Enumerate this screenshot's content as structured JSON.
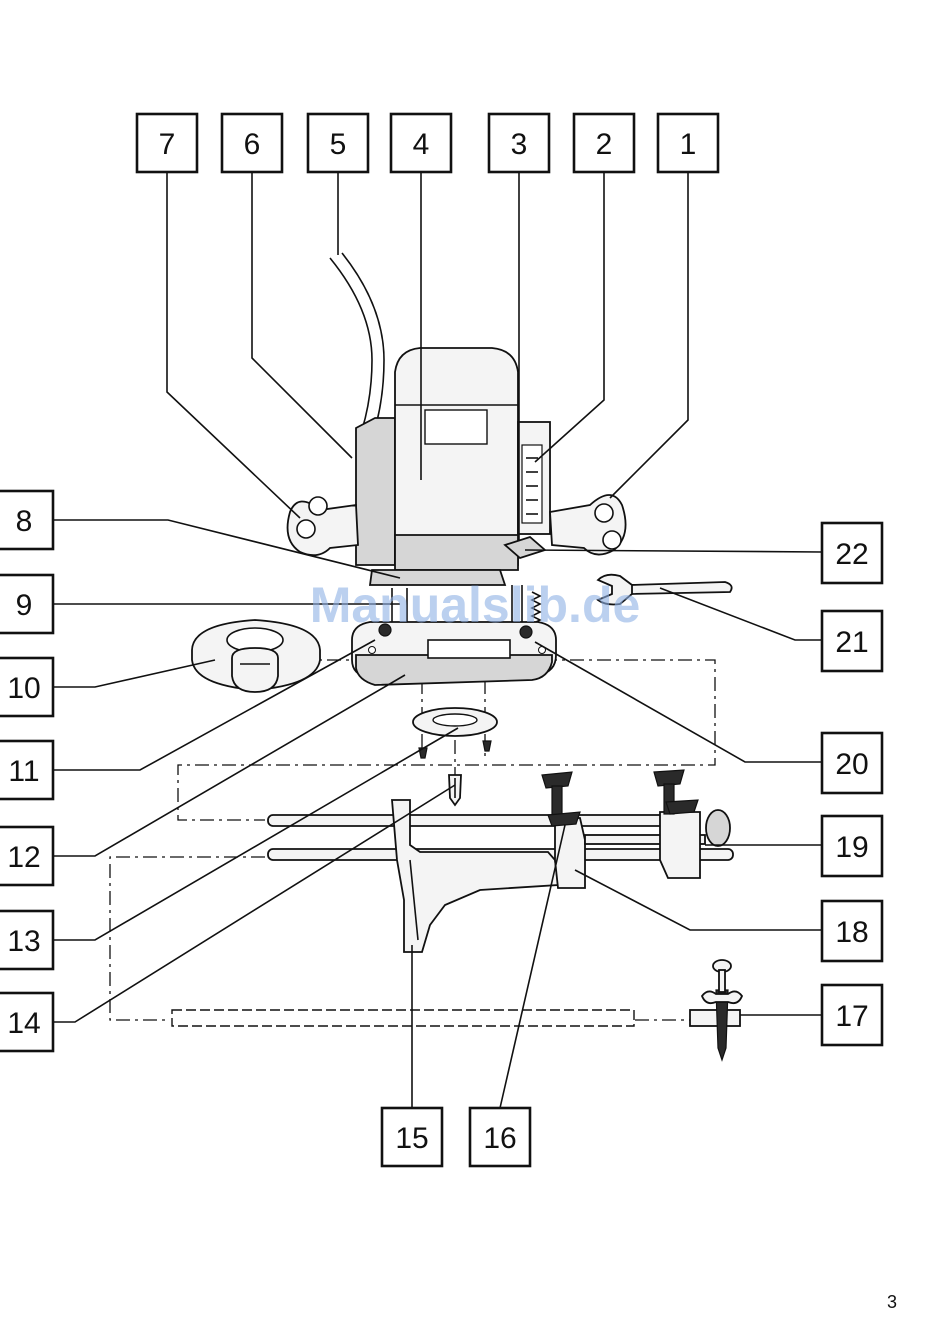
{
  "diagram": {
    "callouts": [
      "1",
      "2",
      "3",
      "4",
      "5",
      "6",
      "7",
      "8",
      "9",
      "10",
      "11",
      "12",
      "13",
      "14",
      "15",
      "16",
      "17",
      "18",
      "19",
      "20",
      "21",
      "22"
    ]
  },
  "watermark": "Manualslib.de",
  "page_number": "3"
}
